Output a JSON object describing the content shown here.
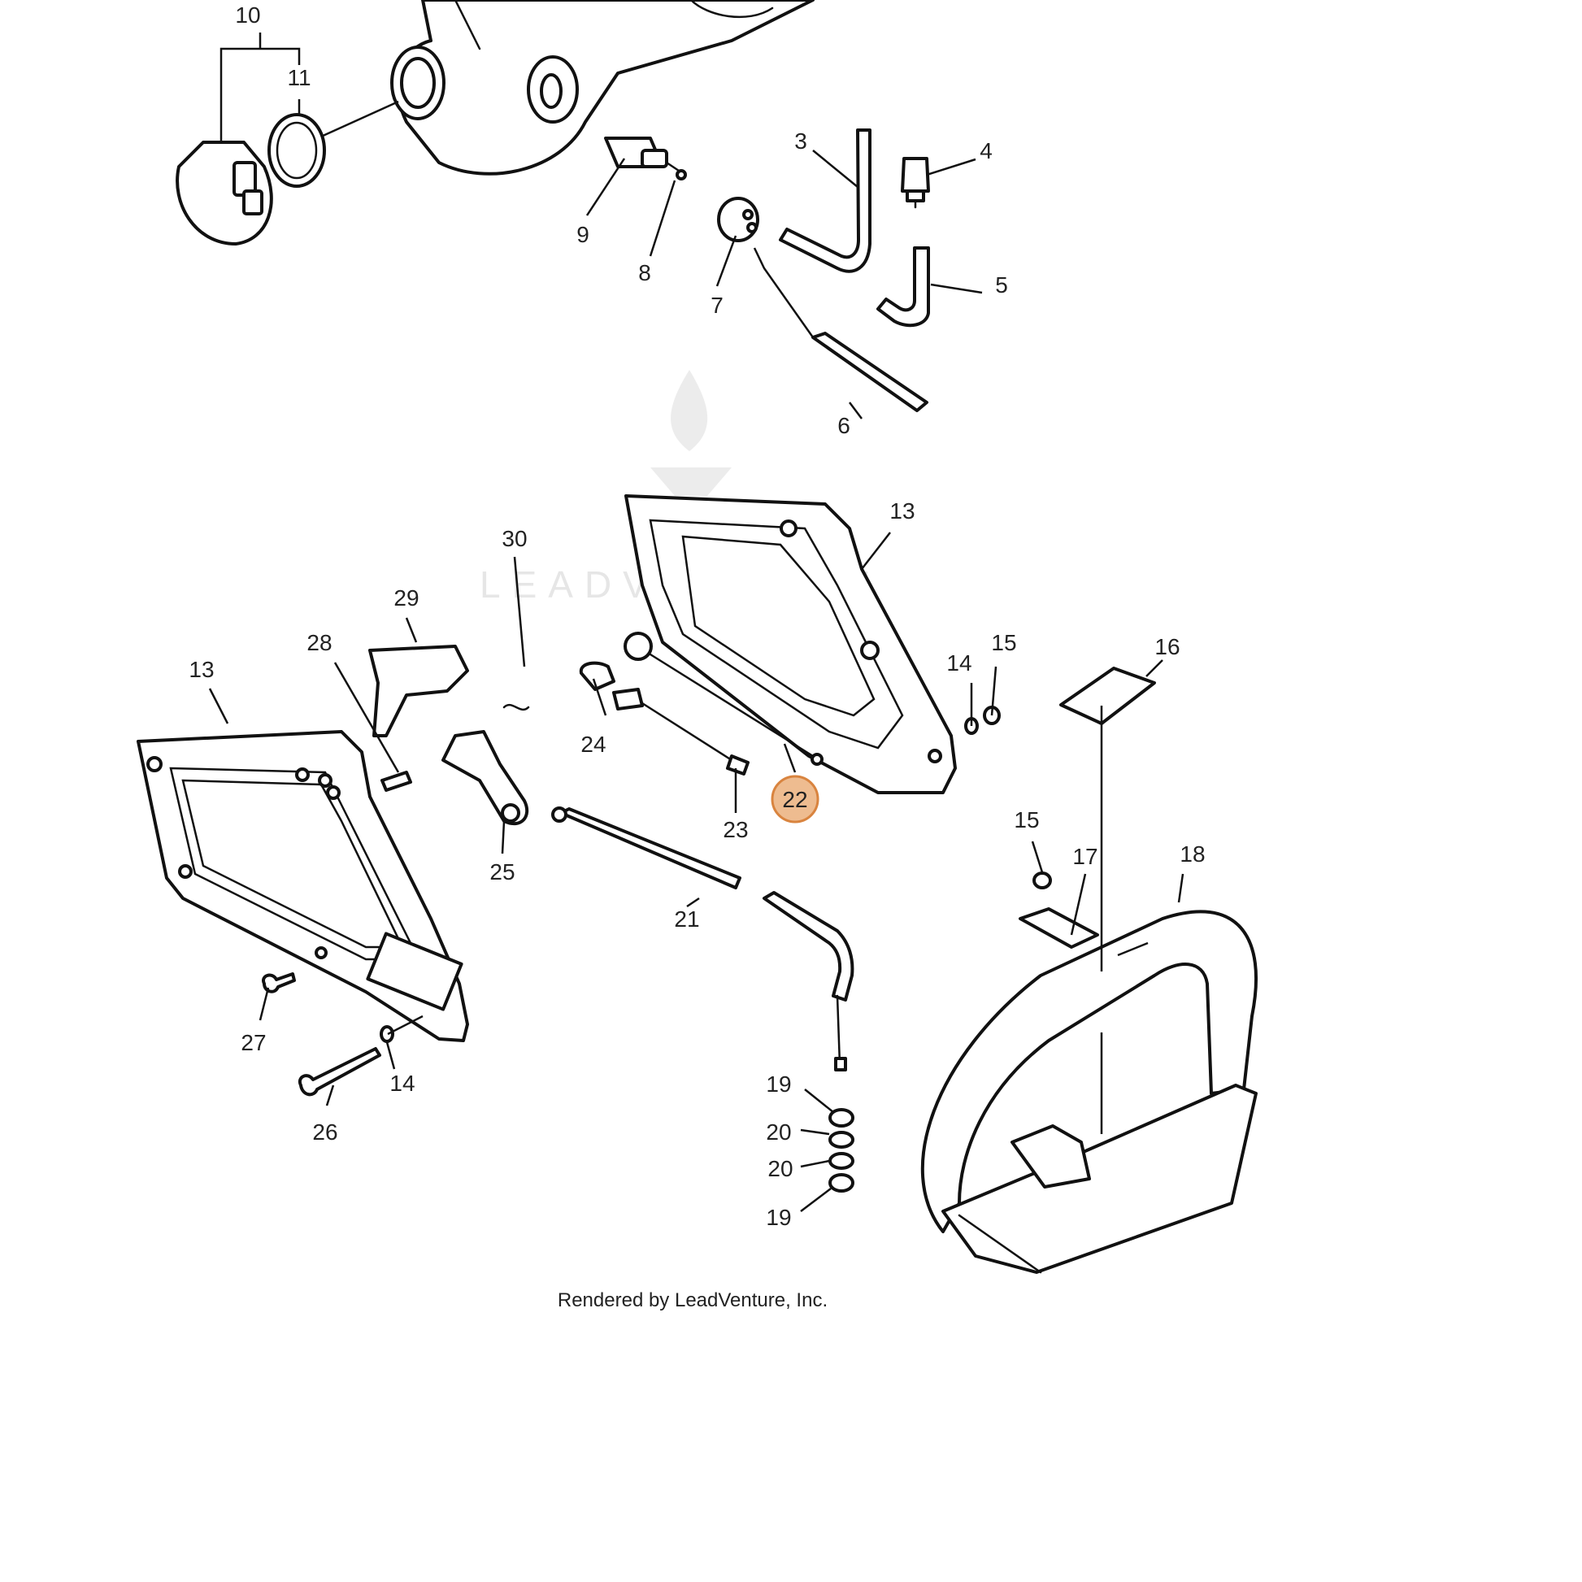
{
  "diagram": {
    "callouts": [
      "10",
      "11",
      "9",
      "8",
      "7",
      "3",
      "4",
      "5",
      "6",
      "13",
      "30",
      "29",
      "28",
      "13",
      "24",
      "23",
      "22",
      "25",
      "14",
      "15",
      "16",
      "15",
      "17",
      "18",
      "21",
      "27",
      "14",
      "26",
      "19",
      "20",
      "20",
      "19"
    ],
    "highlighted_callout": "22",
    "highlight_color": "#e8a56b",
    "credit": "Rendered by LeadVenture, Inc.",
    "watermark": "LEADVENTURE"
  }
}
